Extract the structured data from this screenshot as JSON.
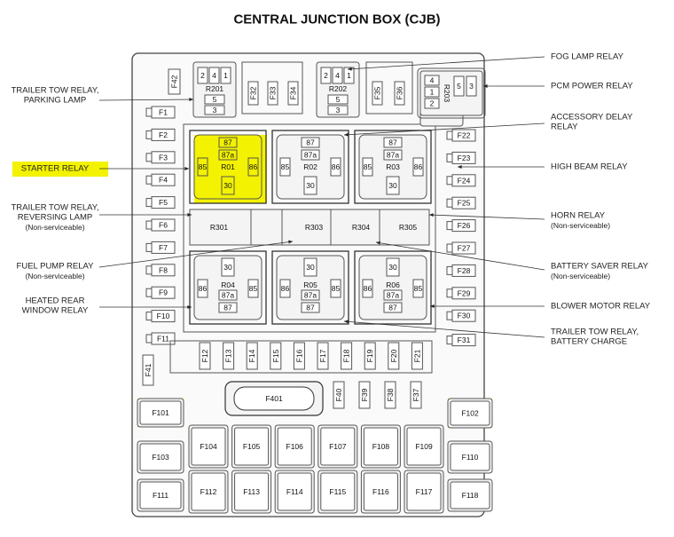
{
  "title": "CENTRAL JUNCTION BOX (CJB)",
  "colors": {
    "highlight": "#f3f200",
    "line": "#555555",
    "fill": "#ececec",
    "box": "#f4f4f4"
  },
  "left_labels": [
    {
      "lines": [
        "TRAILER TOW RELAY,",
        "PARKING LAMP"
      ],
      "sub": [],
      "highlight": false
    },
    {
      "lines": [
        "STARTER RELAY"
      ],
      "sub": [],
      "highlight": true
    },
    {
      "lines": [
        "TRAILER TOW RELAY,",
        "REVERSING LAMP"
      ],
      "sub": [
        "(Non-serviceable)"
      ],
      "highlight": false
    },
    {
      "lines": [
        "FUEL PUMP RELAY"
      ],
      "sub": [
        "(Non-serviceable)"
      ],
      "highlight": false
    },
    {
      "lines": [
        "HEATED REAR",
        "WINDOW RELAY"
      ],
      "sub": [],
      "highlight": false
    }
  ],
  "right_labels": [
    {
      "lines": [
        "FOG LAMP RELAY"
      ],
      "sub": []
    },
    {
      "lines": [
        "PCM POWER RELAY"
      ],
      "sub": []
    },
    {
      "lines": [
        "ACCESSORY DELAY",
        "RELAY"
      ],
      "sub": []
    },
    {
      "lines": [
        "HIGH BEAM RELAY"
      ],
      "sub": []
    },
    {
      "lines": [
        "HORN RELAY"
      ],
      "sub": [
        "(Non-serviceable)"
      ]
    },
    {
      "lines": [
        "BATTERY SAVER RELAY"
      ],
      "sub": [
        "(Non-serviceable)"
      ]
    },
    {
      "lines": [
        "BLOWER MOTOR RELAY"
      ],
      "sub": []
    },
    {
      "lines": [
        "TRAILER TOW RELAY,",
        "BATTERY CHARGE"
      ],
      "sub": []
    }
  ],
  "left_fuses": [
    "F1",
    "F2",
    "F3",
    "F4",
    "F5",
    "F6",
    "F7",
    "F8",
    "F9",
    "F10",
    "F11"
  ],
  "right_fuses": [
    "F22",
    "F23",
    "F24",
    "F25",
    "F26",
    "F27",
    "F28",
    "F29",
    "F30",
    "F31"
  ],
  "top_fuses": [
    "F42",
    "F32",
    "F33",
    "F34",
    "F35",
    "F36"
  ],
  "mini_relays": [
    {
      "name": "R201",
      "pins": [
        "2",
        "4",
        "1",
        "5",
        "3"
      ]
    },
    {
      "name": "R202",
      "pins": [
        "2",
        "4",
        "1",
        "5",
        "3"
      ]
    },
    {
      "name": "R203",
      "pins": [
        "4",
        "1",
        "2",
        "5",
        "3"
      ]
    }
  ],
  "relays_upper": [
    {
      "name": "R01",
      "pins": [
        "87",
        "87a",
        "85",
        "86",
        "30"
      ],
      "highlight": true
    },
    {
      "name": "R02",
      "pins": [
        "87",
        "87a",
        "85",
        "86",
        "30"
      ],
      "highlight": false
    },
    {
      "name": "R03",
      "pins": [
        "87",
        "87a",
        "85",
        "86",
        "30"
      ],
      "highlight": false
    }
  ],
  "relays_lower": [
    {
      "name": "R04",
      "pins": [
        "30",
        "86",
        "85",
        "87a",
        "87"
      ]
    },
    {
      "name": "R05",
      "pins": [
        "30",
        "86",
        "85",
        "87a",
        "87"
      ]
    },
    {
      "name": "R06",
      "pins": [
        "30",
        "86",
        "85",
        "87a",
        "87"
      ]
    }
  ],
  "bar_relays": [
    "R301",
    "R303",
    "R304",
    "R305"
  ],
  "middle_fuses": [
    "F12",
    "F13",
    "F14",
    "F15",
    "F16",
    "F17",
    "F18",
    "F19",
    "F20",
    "F21"
  ],
  "misc_fuses": [
    "F41",
    "F401",
    "F40",
    "F39",
    "F38",
    "F37"
  ],
  "maxi_fuses": {
    "left": [
      "F101",
      "F103",
      "F111"
    ],
    "right": [
      "F102",
      "F110",
      "F118"
    ],
    "row1": [
      "F104",
      "F105",
      "F106",
      "F107",
      "F108",
      "F109"
    ],
    "row2": [
      "F112",
      "F113",
      "F114",
      "F115",
      "F116",
      "F117"
    ]
  }
}
